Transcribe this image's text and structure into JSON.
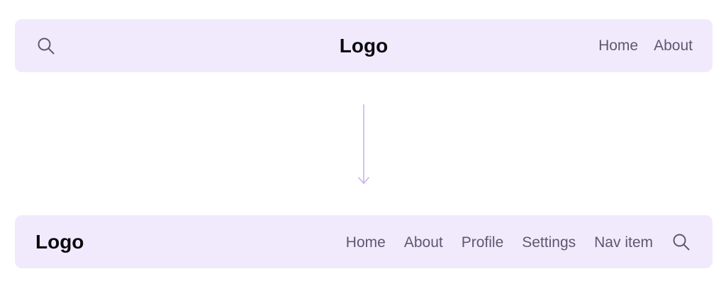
{
  "before_navbar": {
    "search_icon": "search-icon",
    "logo": "Logo",
    "nav": [
      "Home",
      "About"
    ]
  },
  "after_navbar": {
    "logo": "Logo",
    "nav": [
      "Home",
      "About",
      "Profile",
      "Settings",
      "Nav item"
    ],
    "search_icon": "search-icon"
  },
  "transition_arrow": "arrow-down-icon",
  "colors": {
    "navbar_bg": "#f1eafd",
    "nav_text": "#5c5870",
    "logo_text": "#0a0a0f",
    "arrow": "#c9b3ee"
  }
}
